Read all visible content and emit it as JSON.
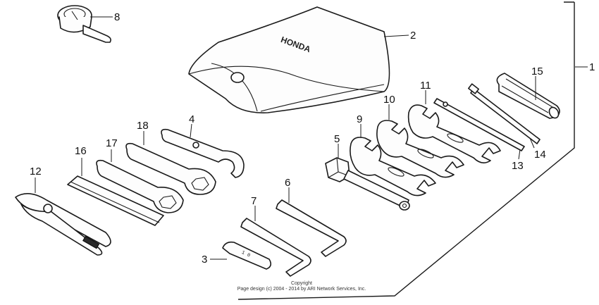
{
  "diagram": {
    "callouts": {
      "c1": "1",
      "c2": "2",
      "c3": "3",
      "c4": "4",
      "c5": "5",
      "c6": "6",
      "c7": "7",
      "c8": "8",
      "c9": "9",
      "c10": "10",
      "c11": "11",
      "c12": "12",
      "c13": "13",
      "c14": "14",
      "c15": "15",
      "c16": "16",
      "c17": "17",
      "c18": "18"
    },
    "bag_lettering": "HONDA",
    "copyright_line1": "Copyright",
    "copyright_line2": "Page design (c) 2004 - 2014 by ARI Network Services, Inc."
  }
}
